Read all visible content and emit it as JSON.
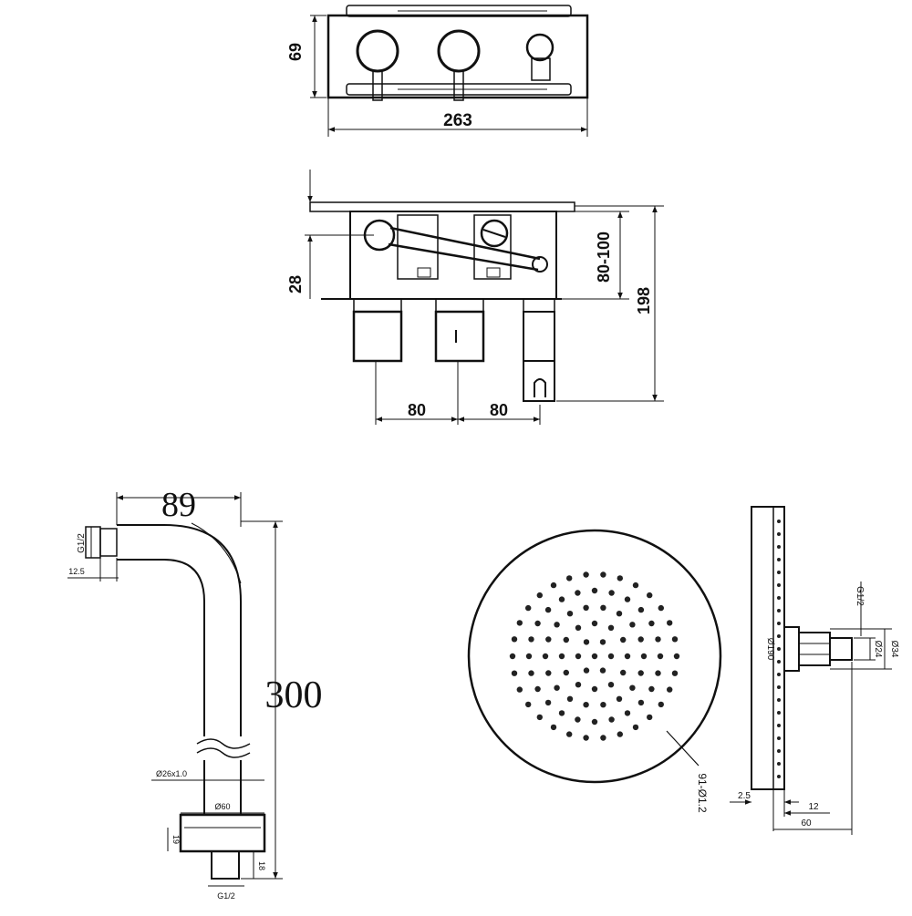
{
  "top_view": {
    "depth": "69",
    "width": "263"
  },
  "front_view": {
    "protrusion": "28",
    "adjust": "80-100",
    "height": "198",
    "spacing_left": "80",
    "spacing_right": "80"
  },
  "arm": {
    "reach": "89",
    "length": "300",
    "thread": "G1/2",
    "inset": "12.5",
    "tube": "Ø26x1.0",
    "flange": "Ø60",
    "flange_h": "19",
    "stub_h": "18",
    "outlet_thread": "G1/2"
  },
  "shower_head": {
    "nozzles": "91-Ø1.2"
  },
  "side_view": {
    "thread": "G1/2",
    "diameter": "Ø190",
    "outer": "Ø34",
    "inner": "Ø24",
    "edge": "2.5",
    "offset": "12",
    "depth": "60"
  }
}
